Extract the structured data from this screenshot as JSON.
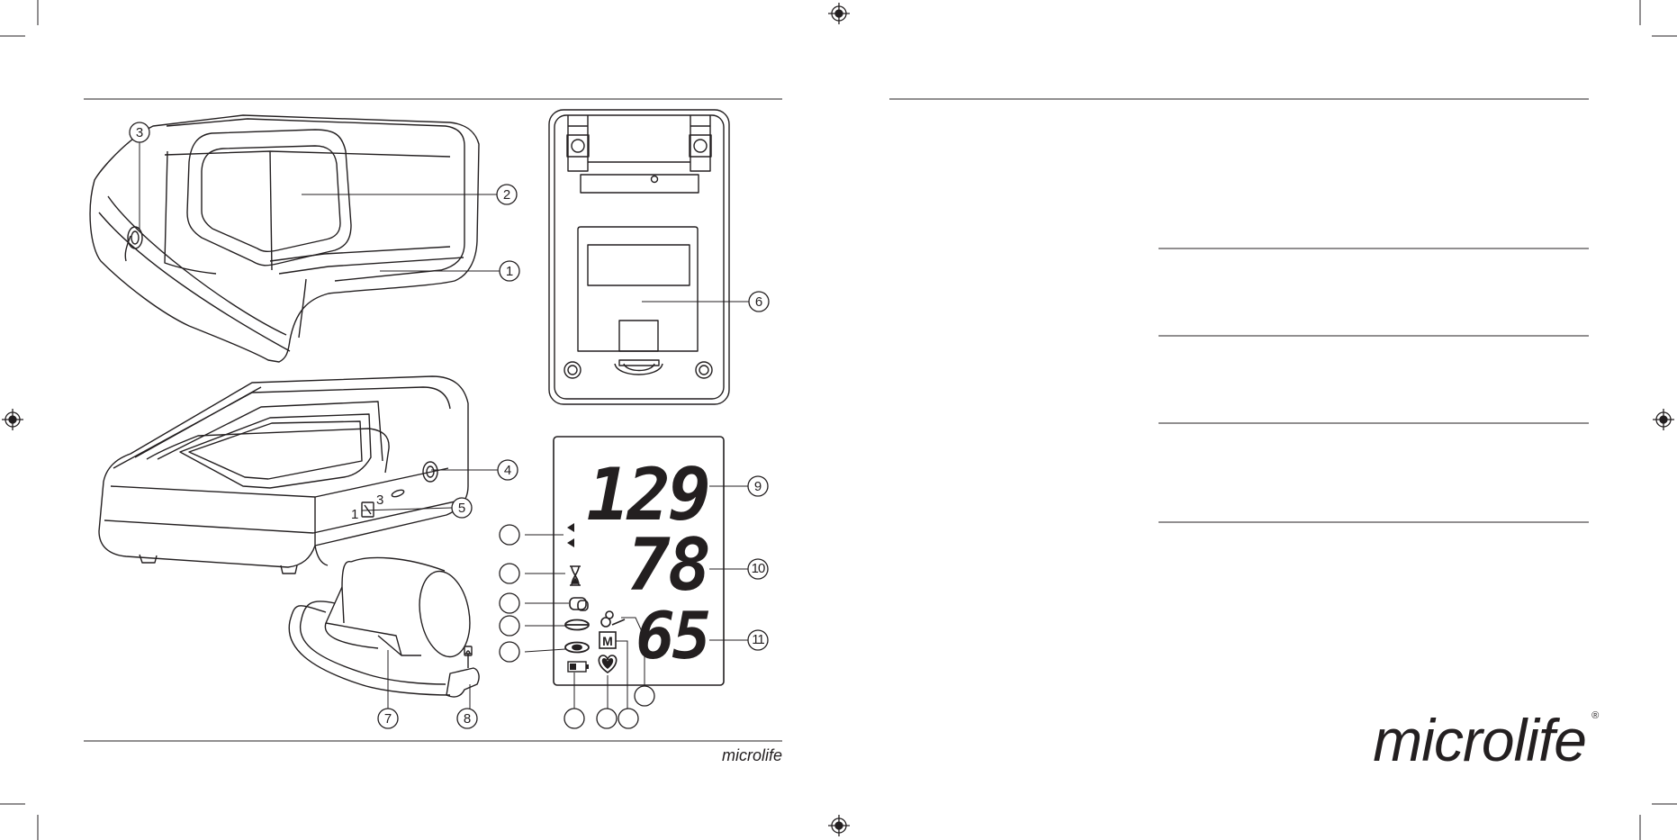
{
  "page": {
    "brand_footer_small": "microlife",
    "brand_logo_large": "microlife",
    "registered_mark": "®",
    "switch_labels": {
      "left": "1",
      "right": "3"
    }
  },
  "callouts": {
    "c1": "1",
    "c2": "2",
    "c3": "3",
    "c4": "4",
    "c5": "5",
    "c6": "6",
    "c7": "7",
    "c8": "8",
    "c9": "9",
    "c10": "10",
    "c11": "11"
  },
  "lcd": {
    "systolic": "129",
    "diastolic": "78",
    "pulse": "65",
    "memory_symbol": "M"
  },
  "icons": [
    "registration-mark-icon",
    "hourglass-icon",
    "cuff-icon",
    "cuff-fit-ok-icon",
    "cuff-fit-loose-icon",
    "battery-icon",
    "heart-icon",
    "arrhythmia-icon",
    "memory-icon"
  ],
  "colors": {
    "ink": "#231f20",
    "paper": "#ffffff"
  }
}
